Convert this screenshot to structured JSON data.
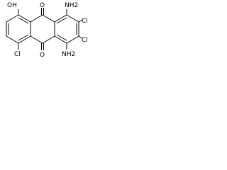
{
  "colors": {
    "bond": "#000000",
    "label": "#000000",
    "background": "#ffffff"
  },
  "labels": {
    "nh2_top": "NH2",
    "nh2_bottom": "NH2",
    "cl_top_right": "Cl",
    "cl_bottom_right": "Cl",
    "cl_left": "Cl",
    "oh": "OH",
    "o_top": "O",
    "o_bottom": "O"
  }
}
